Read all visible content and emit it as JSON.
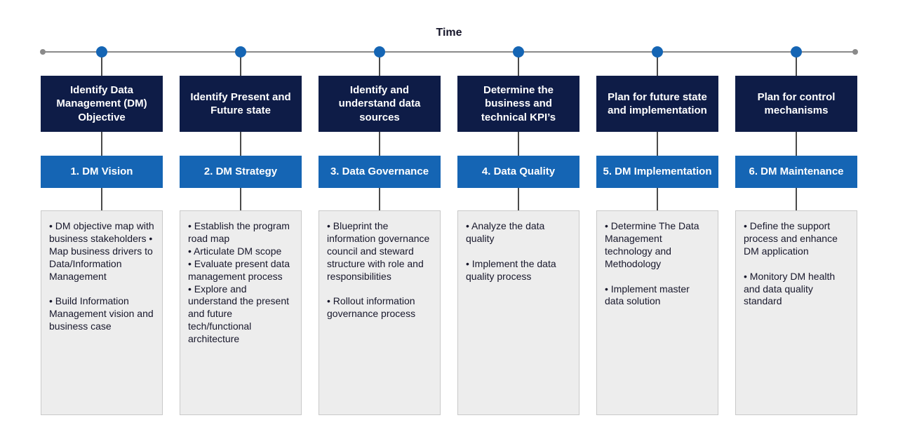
{
  "timeline": {
    "label": "Time"
  },
  "colors": {
    "navy": "#0e1c47",
    "blue": "#1565b4",
    "panel_gray": "#ededed",
    "line_gray": "#8a8a8a"
  },
  "columns": [
    {
      "header": "Identify Data Management (DM) Objective",
      "phase": "1. DM Vision",
      "details": "• DM objective map with business stakeholders • Map business drivers to Data/Information Management\n\n• Build Information Management vision and business case"
    },
    {
      "header": "Identify Present and Future state",
      "phase": "2. DM Strategy",
      "details": "• Establish the program road map\n• Articulate DM scope\n• Evaluate present data management process\n• Explore and understand the present and future tech/functional architecture"
    },
    {
      "header": "Identify and understand data sources",
      "phase": "3. Data Governance",
      "details": "• Blueprint the information governance council and steward structure with role and responsibilities\n\n• Rollout information governance process"
    },
    {
      "header": "Determine the business and technical KPI’s",
      "phase": "4. Data Quality",
      "details": "• Analyze the data quality\n\n• Implement the data quality process"
    },
    {
      "header": "Plan for future state and implementation",
      "phase": "5. DM Implementation",
      "details": "• Determine The Data Management technology and Methodology\n\n• Implement master data solution"
    },
    {
      "header": "Plan for control mechanisms",
      "phase": "6. DM Maintenance",
      "details": "• Define the support process and enhance DM application\n\n• Monitory DM health and data quality standard"
    }
  ]
}
